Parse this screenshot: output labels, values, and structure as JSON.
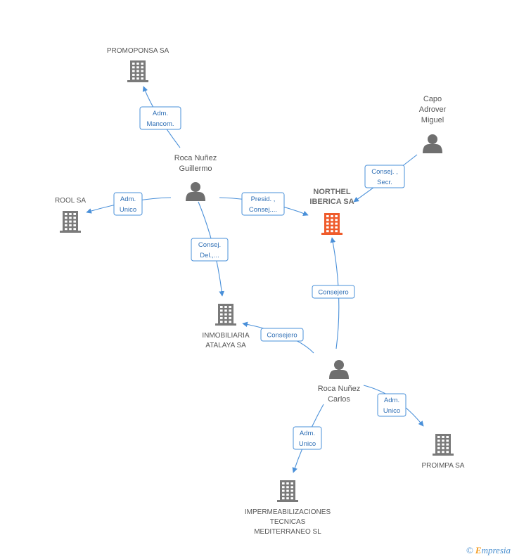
{
  "colors": {
    "company": "#7a7a7a",
    "focus_company": "#ef5b2b",
    "person": "#6f6f6f",
    "edge": "#4a90d9"
  },
  "nodes": {
    "promoponsa": {
      "kind": "company",
      "label": [
        "PROMOPONSA SA"
      ]
    },
    "rool": {
      "kind": "company",
      "label": [
        "ROOL SA"
      ]
    },
    "northel": {
      "kind": "focus",
      "label": [
        "NORTHEL",
        "IBERICA SA"
      ]
    },
    "inmobiliaria": {
      "kind": "company",
      "label": [
        "INMOBILIARIA",
        "ATALAYA SA"
      ]
    },
    "proimpa": {
      "kind": "company",
      "label": [
        "PROIMPA SA"
      ]
    },
    "impermeabilizaciones": {
      "kind": "company",
      "label": [
        "IMPERMEABILIZACIONES",
        "TECNICAS",
        "MEDITERRANEO SL"
      ]
    },
    "roca_guillermo": {
      "kind": "person",
      "label": [
        "Roca Nuñez",
        "Guillermo"
      ]
    },
    "capo": {
      "kind": "person",
      "label": [
        "Capo",
        "Adrover",
        "Miguel"
      ]
    },
    "roca_carlos": {
      "kind": "person",
      "label": [
        "Roca Nuñez",
        "Carlos"
      ]
    }
  },
  "edges": [
    {
      "from": "roca_guillermo",
      "to": "promoponsa",
      "label": [
        "Adm.",
        "Mancom."
      ]
    },
    {
      "from": "roca_guillermo",
      "to": "rool",
      "label": [
        "Adm.",
        "Unico"
      ]
    },
    {
      "from": "roca_guillermo",
      "to": "northel",
      "label": [
        "Presid. ,",
        "Consej...."
      ]
    },
    {
      "from": "roca_guillermo",
      "to": "inmobiliaria",
      "label": [
        "Consej.",
        "Del.,..."
      ]
    },
    {
      "from": "capo",
      "to": "northel",
      "label": [
        "Consej. ,",
        "Secr."
      ]
    },
    {
      "from": "roca_carlos",
      "to": "northel",
      "label": [
        "Consejero"
      ]
    },
    {
      "from": "roca_carlos",
      "to": "inmobiliaria",
      "label": [
        "Consejero"
      ]
    },
    {
      "from": "roca_carlos",
      "to": "proimpa",
      "label": [
        "Adm.",
        "Unico"
      ]
    },
    {
      "from": "roca_carlos",
      "to": "impermeabilizaciones",
      "label": [
        "Adm.",
        "Unico"
      ]
    }
  ],
  "brand": {
    "symbol": "©",
    "initial": "E",
    "rest": "mpresia"
  }
}
